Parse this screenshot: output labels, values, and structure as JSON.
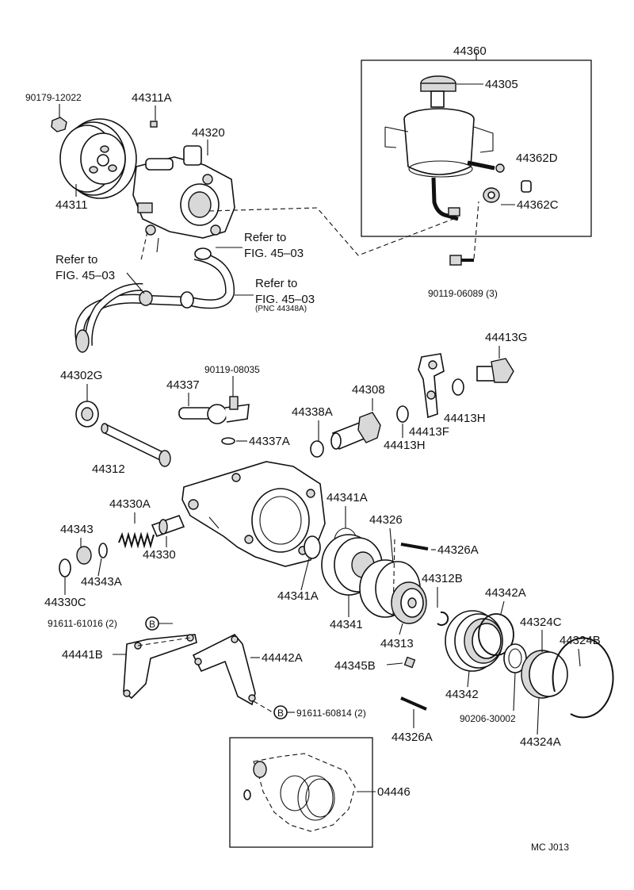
{
  "labels": {
    "p44360": "44360",
    "p44305": "44305",
    "p90179": "90179-12022",
    "p44311A": "44311A",
    "p44320": "44320",
    "p44362D": "44362D",
    "p44362C": "44362C",
    "p44311": "44311",
    "refer1a": "Refer to",
    "refer1b": "FIG. 45–03",
    "refer2a": "Refer to",
    "refer2b": "FIG. 45–03",
    "refer3a": "Refer to",
    "refer3b": "FIG. 45–03",
    "pnc": "(PNC 44348A)",
    "p90119_06089": "90119-06089 (3)",
    "p44413G": "44413G",
    "p44302G": "44302G",
    "p90119_08035": "90119-08035",
    "p44337": "44337",
    "p44308": "44308",
    "p44338A": "44338A",
    "p44413H_r": "44413H",
    "p44413F": "44413F",
    "p44413H_l": "44413H",
    "p44337A": "44337A",
    "p44312": "44312",
    "p44341A_t": "44341A",
    "p44330A": "44330A",
    "p44326": "44326",
    "p44343": "44343",
    "p44326A_t": "44326A",
    "p44330": "44330",
    "p44312B": "44312B",
    "p44343A": "44343A",
    "p44342A": "44342A",
    "p44341A_b": "44341A",
    "p44330C": "44330C",
    "p44324C": "44324C",
    "p44341": "44341",
    "p44324B": "44324B",
    "p91611_61016": "91611-61016 (2)",
    "p44313": "44313",
    "p44441B": "44441B",
    "p44442A": "44442A",
    "p44345B": "44345B",
    "p44342": "44342",
    "p91611_60814": "91611-60814 (2)",
    "p90206": "90206-30002",
    "p44324A": "44324A",
    "p44326A_b": "44326A",
    "p04446": "04446",
    "footer": "MC  J013",
    "markB": "B"
  }
}
